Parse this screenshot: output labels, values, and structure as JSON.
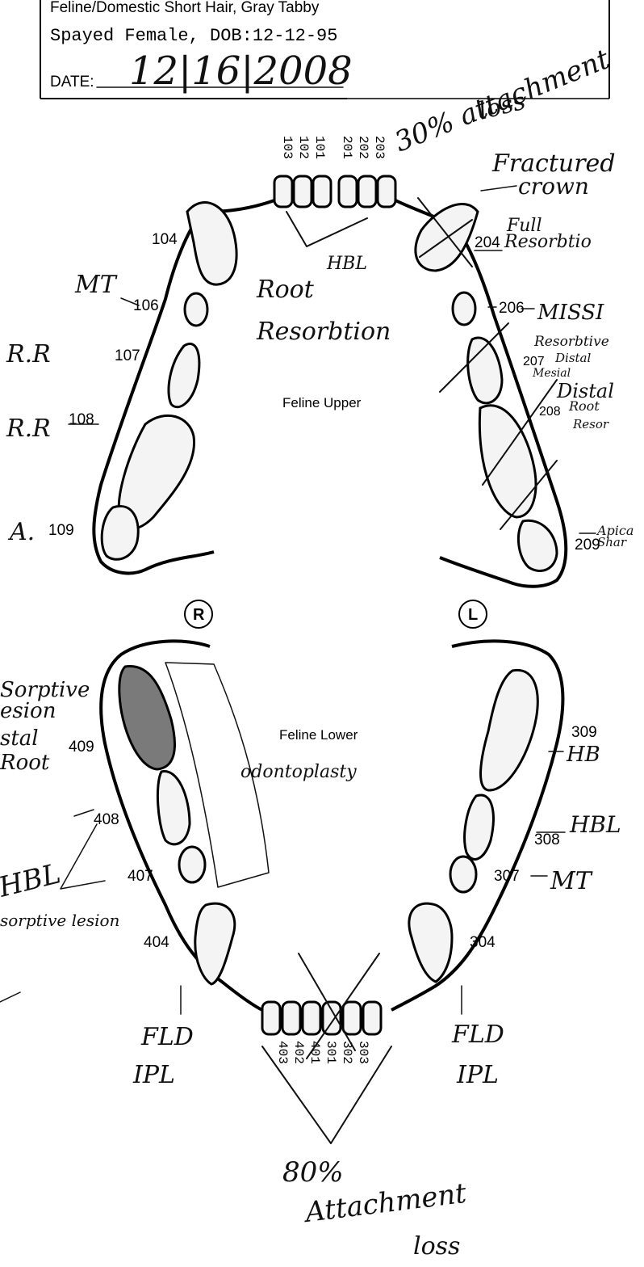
{
  "header": {
    "line1": "Feline/Domestic Short Hair, Gray Tabby",
    "line2": "Spayed Female,  DOB:12-12-95",
    "date_label": "DATE:",
    "date_value": "12|16|2008"
  },
  "upper": {
    "title": "Feline Upper",
    "incisors_right": [
      "103",
      "102",
      "101"
    ],
    "incisors_left": [
      "201",
      "202",
      "203"
    ],
    "labels": {
      "t104": "104",
      "t106": "106",
      "t107": "107",
      "t108": "108",
      "t109": "109",
      "t204": "204",
      "t206": "206",
      "t207": "207",
      "t208": "208",
      "t209": "209"
    }
  },
  "side_markers": {
    "right": "R",
    "left": "L"
  },
  "lower": {
    "title": "Feline Lower",
    "incisors_right": [
      "403",
      "402",
      "401"
    ],
    "incisors_left": [
      "301",
      "302",
      "303"
    ],
    "labels": {
      "t409": "409",
      "t408": "408",
      "t407": "407",
      "t404": "404",
      "t309": "309",
      "t308": "308",
      "t307": "307",
      "t304": "304"
    }
  },
  "handwritten": {
    "attachment_upper_1": "30% attachment",
    "attachment_upper_2": "loss",
    "fractured_1": "Fractured",
    "fractured_2": "crown",
    "full_resorption_1": "Full",
    "full_resorption_2": "Resorbtio",
    "hbl_upper": "HBL",
    "root_resorption_1": "Root",
    "root_resorption_2": "Resorbtion",
    "mt_106": "MT",
    "rr_107": "R.R",
    "rr_108": "R.R",
    "a_109": "A.",
    "missing_206": "MISSI",
    "note_207_1": "Resorbtive",
    "note_207_2": "Distal",
    "note_207_3": "Mesial",
    "distal_root_1": "Distal",
    "distal_root_2": "Root",
    "note_208": "Resor",
    "apical_1": "Apica",
    "apical_2": "Shar",
    "resorptive_409_1": "Sorptive",
    "resorptive_409_2": "esion",
    "resorptive_409_3": "stal",
    "resorptive_409_4": "Root",
    "odontoplasty": "odontoplasty",
    "hbl_408": "HBL",
    "resorptive_407": "sorptive lesion",
    "hbl_309": "HB",
    "hbl_308": "HBL",
    "mt_307": "MT",
    "fld_404": "FLD",
    "ipl_404": "IPL",
    "fld_304": "FLD",
    "ipl_304": "IPL",
    "attachment_lower_1": "80%",
    "attachment_lower_2": "Attachment",
    "attachment_lower_3": "loss"
  }
}
